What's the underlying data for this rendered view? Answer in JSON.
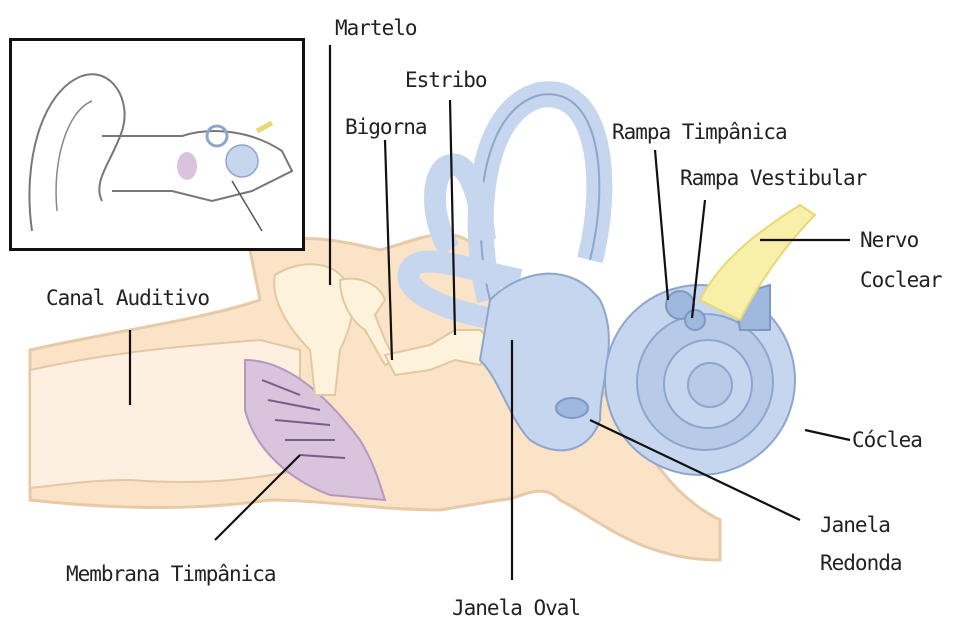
{
  "labels": {
    "martelo": "Martelo",
    "estribo": "Estribo",
    "bigorna": "Bigorna",
    "rampa_timpanica": "Rampa Timpânica",
    "rampa_vestibular": "Rampa Vestibular",
    "nervo_coclear_1": "Nervo",
    "nervo_coclear_2": "Coclear",
    "canal_auditivo": "Canal Auditivo",
    "coclea": "Cóclea",
    "janela_redonda_1": "Janela",
    "janela_redonda_2": "Redonda",
    "membrana_timpanica": "Membrana Timpânica",
    "janela_oval": "Janela Oval"
  },
  "colors": {
    "skin": "#fbe3c8",
    "skin_outline": "#e8c9a8",
    "bone": "#fdf2dc",
    "labyrinth": "#c5d6ee",
    "labyrinth_outline": "#8ea6cc",
    "nerve": "#f8efa8",
    "membrane": "#d9c3dd",
    "leader": "#111111"
  }
}
